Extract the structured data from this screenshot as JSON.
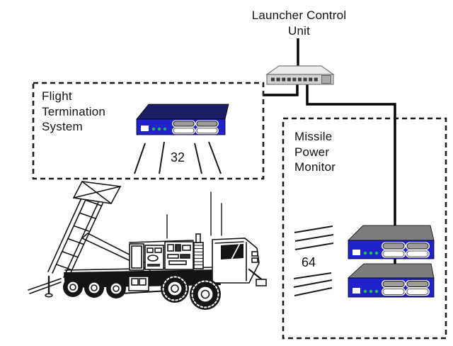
{
  "diagram": {
    "launcher_control_unit": {
      "line1": "Launcher Control",
      "line2": "Unit"
    },
    "flight_termination_system": {
      "line1": "Flight",
      "line2": "Termination",
      "line3": "System",
      "cable_count": "32"
    },
    "missile_power_monitor": {
      "line1": "Missile",
      "line2": "Power",
      "line3": "Monitor",
      "cable_count": "64"
    }
  },
  "colors": {
    "device_front_blue": "#2222cd",
    "fts_device_top": "#1c1c66",
    "mpm_device_top": "#7d7d7d",
    "led_green": "#1fbf4a",
    "hub_top": "#ececec",
    "hub_front": "#d2d2d2",
    "cable_black": "#000000",
    "box_border": "#1a1a1a"
  }
}
